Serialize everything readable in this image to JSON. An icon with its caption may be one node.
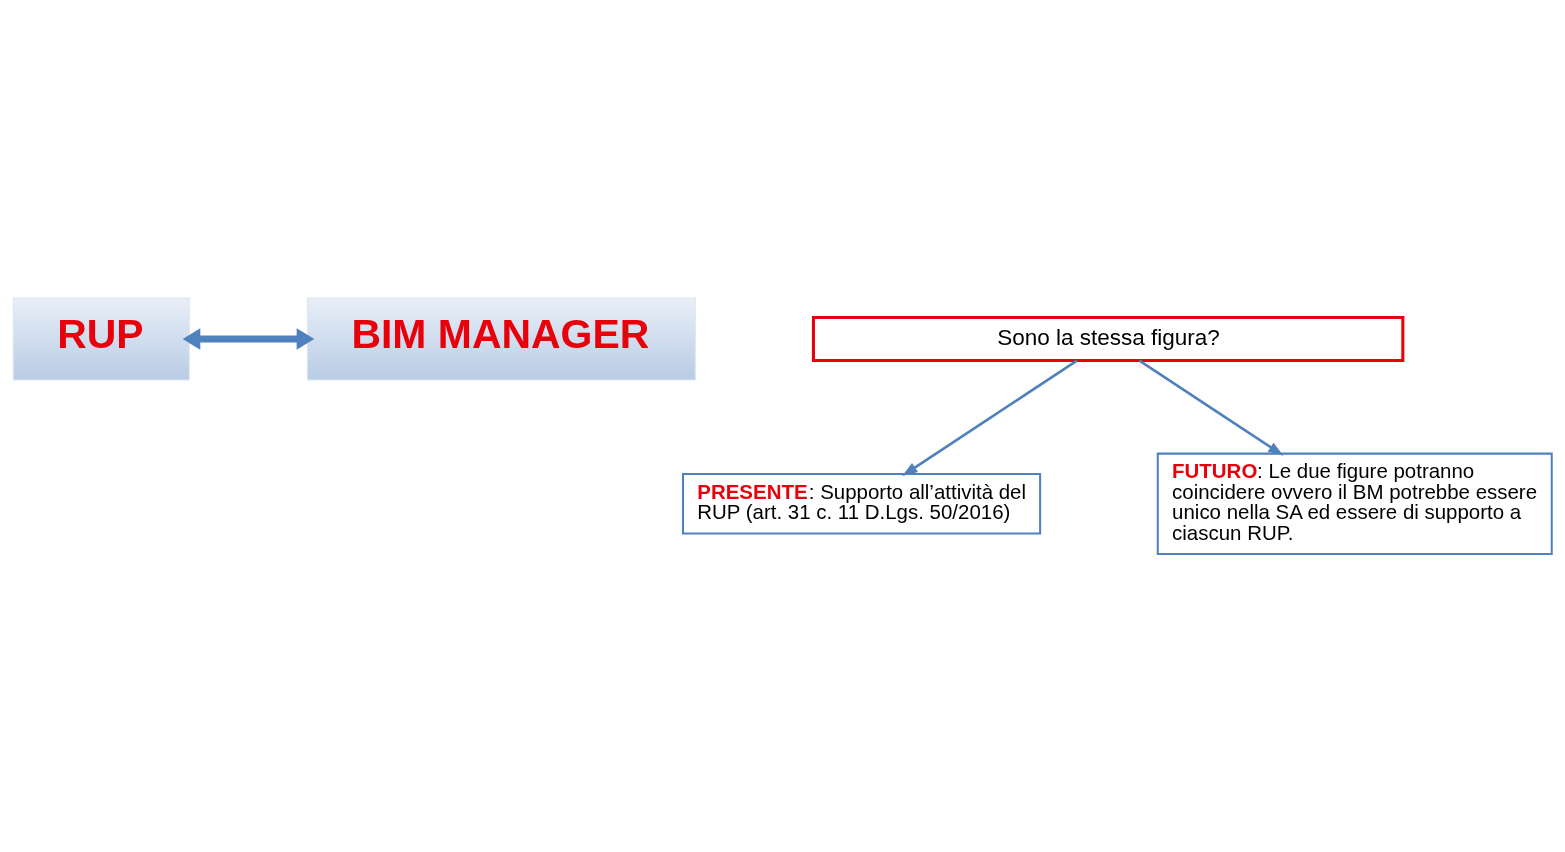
{
  "diagram": {
    "nodes": [
      {
        "text": [
          "RUP"
        ]
      },
      {
        "text": [
          "BIM MANAGER"
        ]
      },
      {
        "text": [
          "Sono la stessa figura?"
        ]
      },
      {
        "text": [
          "**PRESENTE**: Supporto all’attività del RUP (art. 31 c. 11 D.Lgs. 50/2016)"
        ]
      },
      {
        "text": [
          "**FUTURO**: Le due figure potranno coincidere ovvero il BM potrebbe essere unico nella SA ed essere di supporto a ciascun RUP."
        ]
      }
    ],
    "edges": [
      {
        "from": 0,
        "to": 1,
        "arrow": "both",
        "style": "thick"
      },
      {
        "from": 2,
        "to": 3,
        "arrow": "to"
      },
      {
        "from": 2,
        "to": 4,
        "arrow": "to"
      }
    ]
  }
}
